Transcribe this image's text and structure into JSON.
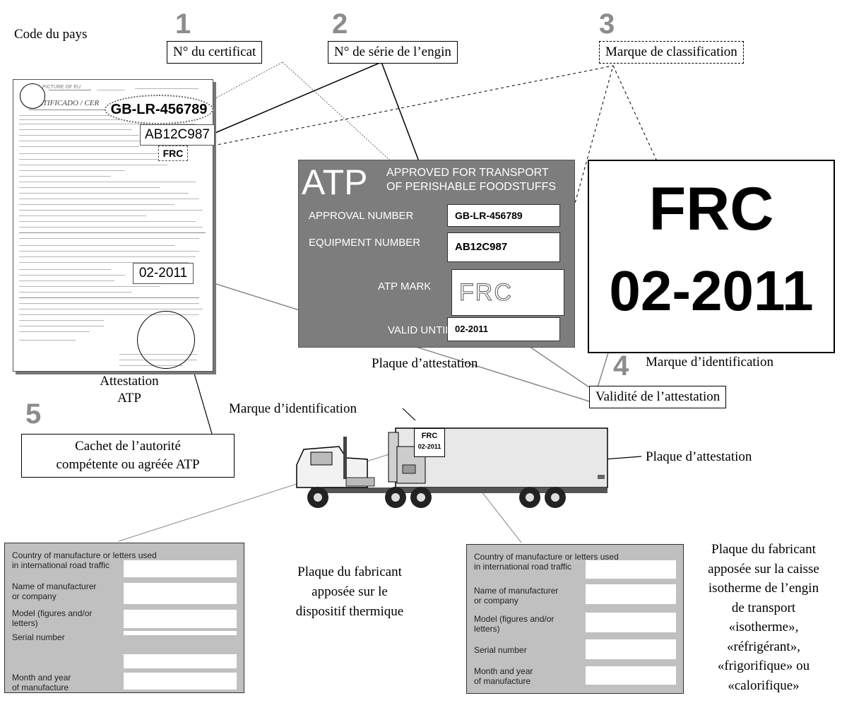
{
  "numbers": {
    "n1": "1",
    "n2": "2",
    "n3": "3",
    "n4": "4",
    "n5": "5"
  },
  "labels": {
    "country_code": "Code du pays",
    "cert_number": "N° du certificat",
    "serial_number": "N° de série de l’engin",
    "classification_mark": "Marque de classification",
    "attestation_plate": "Plaque d’attestation",
    "identification_mark": "Marque d’identification",
    "validity": "Validité de l’attestation",
    "atp_attestation_line1": "Attestation",
    "atp_attestation_line2": "ATP",
    "stamp_line1": "Cachet de l’autorité",
    "stamp_line2": "compétente ou agréée ATP",
    "truck_identification_mark": "Marque d’identification",
    "truck_attestation_plate": "Plaque d’attestation",
    "mfr_device_line1": "Plaque du fabricant",
    "mfr_device_line2": "apposée sur le",
    "mfr_device_line3": "dispositif thermique",
    "mfr_body_lines": [
      "Plaque du fabricant",
      "apposée sur la caisse",
      "isotherme de l’engin",
      "de transport",
      "«isotherme»,",
      "«réfrigérant»,",
      "«frigorifique» ou",
      "«calorifique»"
    ]
  },
  "certificate": {
    "header_left": "PICTURE OF EU",
    "title": "CERTIFICADO / CER",
    "approval_number": "GB-LR-456789",
    "equipment_number": "AB12C987",
    "atp_mark": "FRC",
    "valid_until": "02-2011"
  },
  "atp_plate": {
    "logo": "ATP",
    "heading_line1": "APPROVED FOR TRANSPORT",
    "heading_line2": "OF PERISHABLE FOODSTUFFS",
    "approval_label": "APPROVAL NUMBER",
    "approval_value": "GB-LR-456789",
    "equipment_label": "EQUIPMENT NUMBER",
    "equipment_value": "AB12C987",
    "mark_label": "ATP MARK",
    "mark_value": "FRC",
    "valid_label": "VALID UNTIL",
    "valid_value": "02-2011"
  },
  "id_mark": {
    "line1": "FRC",
    "line2": "02-2011"
  },
  "truck": {
    "box_line1": "FRC",
    "box_line2": "02-2011"
  },
  "manufacturer_plate_left": {
    "rows": [
      {
        "label_line1": "Country of manufacture or letters used",
        "label_line2": "in international road traffic"
      },
      {
        "label_line1": "Name of manufacturer",
        "label_line2": "or company"
      },
      {
        "label_line1": "Model (figures and/or",
        "label_line2": "letters)"
      },
      {
        "label_line1": "Serial number",
        "label_line2": ""
      },
      {
        "label_line1": "Month and year",
        "label_line2": "of manufacture"
      }
    ]
  },
  "manufacturer_plate_right": {
    "rows": [
      {
        "label_line1": "Country of manufacture or letters used",
        "label_line2": "in international road traffic"
      },
      {
        "label_line1": "Name of manufacturer",
        "label_line2": "or company"
      },
      {
        "label_line1": "Model (figures and/or",
        "label_line2": "letters)"
      },
      {
        "label_line1": "Serial number",
        "label_line2": ""
      },
      {
        "label_line1": "Month and year",
        "label_line2": "of manufacture"
      }
    ]
  }
}
